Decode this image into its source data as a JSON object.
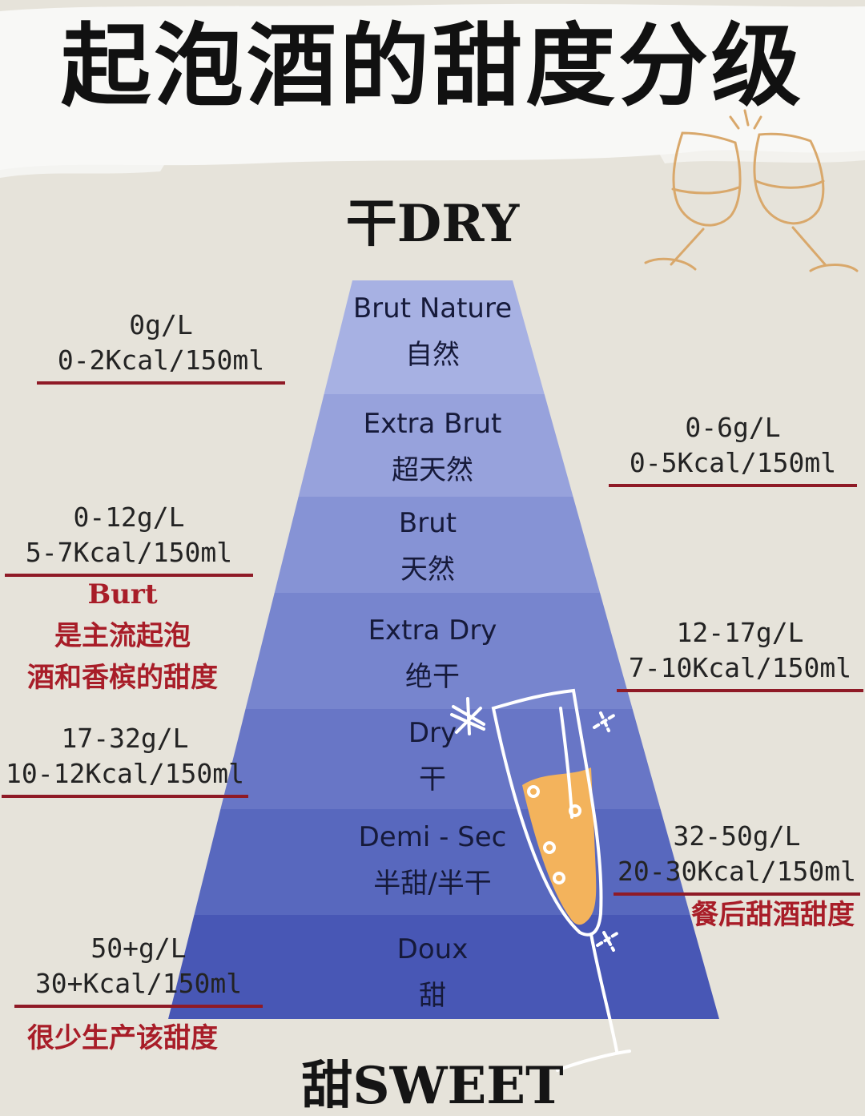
{
  "title": "起泡酒的甜度分级",
  "top_label": "干DRY",
  "bottom_label": "甜SWEET",
  "colors": {
    "background": "#e6e3da",
    "tiers": [
      "#a7b1e3",
      "#97a2dc",
      "#8693d5",
      "#7785ce",
      "#6876c6",
      "#5868be",
      "#4857b5"
    ],
    "rule": "#8f1a26",
    "note": "#a81d28",
    "glass_line": "#ffffff",
    "champagne": "#f3b35c",
    "toast_glass_line": "#d9a86b"
  },
  "tiers": [
    {
      "en": "Brut Nature",
      "zh": "自然"
    },
    {
      "en": "Extra Brut",
      "zh": "超天然"
    },
    {
      "en": "Brut",
      "zh": "天然"
    },
    {
      "en": "Extra Dry",
      "zh": "绝干"
    },
    {
      "en": "Dry",
      "zh": "干"
    },
    {
      "en": "Demi - Sec",
      "zh": "半甜/半干"
    },
    {
      "en": "Doux",
      "zh": "甜"
    }
  ],
  "annotations": [
    {
      "sugar": "0g/L",
      "kcal": "0-2Kcal/150ml"
    },
    {
      "sugar": "0-6g/L",
      "kcal": "0-5Kcal/150ml"
    },
    {
      "sugar": "0-12g/L",
      "kcal": "5-7Kcal/150ml"
    },
    {
      "sugar": "12-17g/L",
      "kcal": "7-10Kcal/150ml"
    },
    {
      "sugar": "17-32g/L",
      "kcal": "10-12Kcal/150ml"
    },
    {
      "sugar": "32-50g/L",
      "kcal": "20-30Kcal/150ml"
    },
    {
      "sugar": "50+g/L",
      "kcal": "30+Kcal/150ml"
    }
  ],
  "notes": {
    "brut_name": "Burt",
    "brut_line1": "是主流起泡",
    "brut_line2": "酒和香槟的甜度",
    "demisec": "餐后甜酒甜度",
    "doux": "很少生产该甜度"
  },
  "icons": {
    "toast": "toasting-glasses-icon",
    "flute": "champagne-flute-icon"
  }
}
